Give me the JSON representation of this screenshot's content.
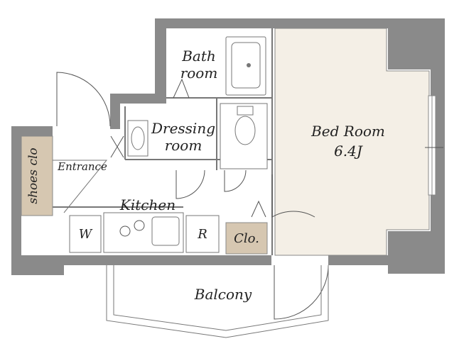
{
  "rooms": {
    "bath": [
      "Bath",
      "room"
    ],
    "dressing": [
      "Dressing",
      "room"
    ],
    "bedroom": [
      "Bed Room",
      "6.4J"
    ],
    "entrance": "Entrance",
    "shoes": "shoes clo",
    "kitchen": "Kitchen",
    "balcony": "Balcony",
    "closet": "Clo."
  },
  "fixtures": {
    "washer": "W",
    "fridge": "R"
  },
  "colors": {
    "wall": "#8a8a8a",
    "bedroom_floor": "#f4efe6",
    "closet_fill": "#d6c7b1",
    "line": "#555555"
  }
}
